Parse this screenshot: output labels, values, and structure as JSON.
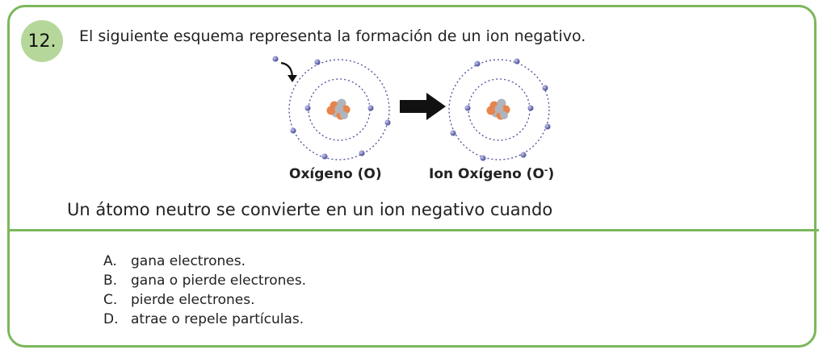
{
  "question": {
    "number": "12.",
    "prompt": "El siguiente esquema representa la formación de un ion negativo.",
    "stem": "Un átomo neutro se convierte en un ion negativo cuando"
  },
  "diagram": {
    "left_label": "Oxígeno (O)",
    "right_label_main": "Ion Oxígeno (O",
    "right_label_sup": "-",
    "right_label_end": ")",
    "colors": {
      "electron": "#4a4f9a",
      "orbit": "#4a4f9a",
      "nucleus_proton": "#e8834a",
      "nucleus_neutron": "#b0b4bc",
      "arrow": "#111111"
    }
  },
  "options": [
    {
      "letter": "A.",
      "text": "gana electrones."
    },
    {
      "letter": "B.",
      "text": "gana o pierde electrones."
    },
    {
      "letter": "C.",
      "text": "pierde electrones."
    },
    {
      "letter": "D.",
      "text": "atrae o repele partículas."
    }
  ],
  "colors": {
    "accent": "#7bb75b",
    "badge": "#b5d89a"
  }
}
